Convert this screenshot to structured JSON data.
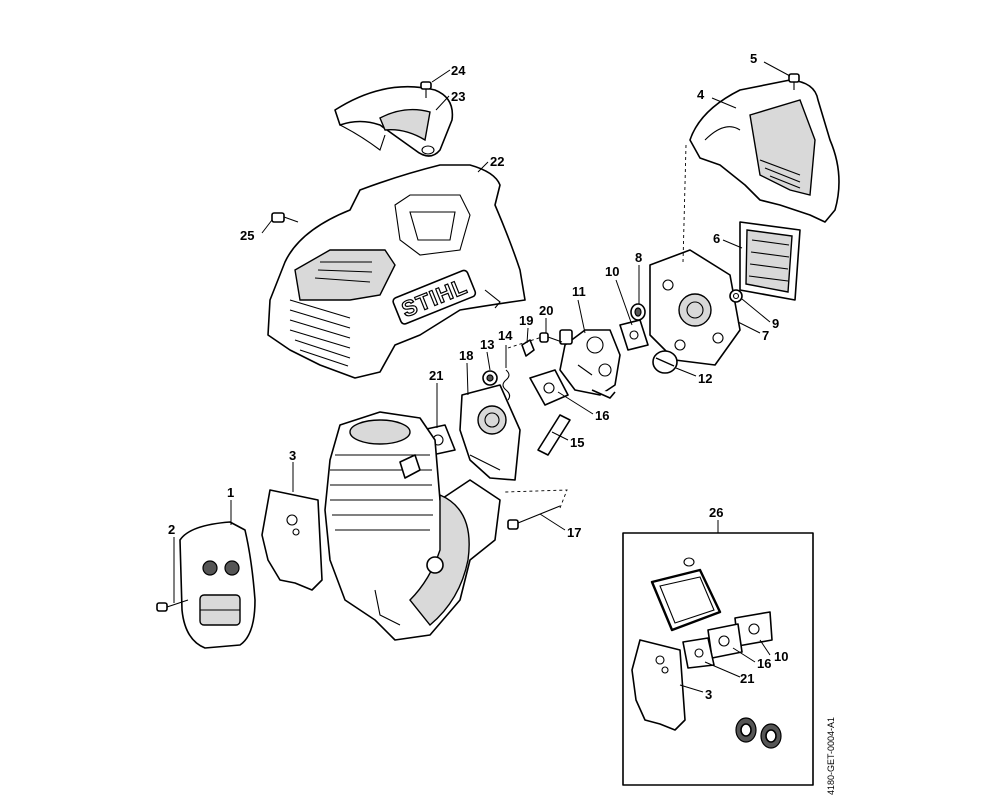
{
  "diagram": {
    "brand_mark": "STIHL",
    "drawing_code": "4180-GET-0004-A1",
    "kit_label": "26",
    "callouts": {
      "p1": "1",
      "p2": "2",
      "p3": "3",
      "p4": "4",
      "p5": "5",
      "p6": "6",
      "p7": "7",
      "p8": "8",
      "p9": "9",
      "p10": "10",
      "p11": "11",
      "p12": "12",
      "p13": "13",
      "p14": "14",
      "p15": "15",
      "p16": "16",
      "p17": "17",
      "p18": "18",
      "p19": "19",
      "p20": "20",
      "p21": "21",
      "p22": "22",
      "p23": "23",
      "p24": "24",
      "p25": "25",
      "p26": "26",
      "kit3": "3",
      "kit10": "10",
      "kit16": "16",
      "kit21": "21"
    }
  }
}
